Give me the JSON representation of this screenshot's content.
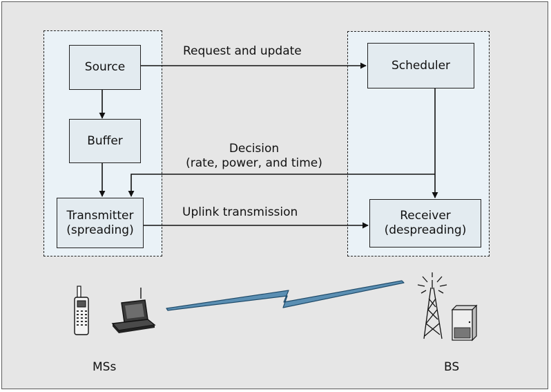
{
  "blocks": {
    "source": "Source",
    "buffer": "Buffer",
    "transmitter_line1": "Transmitter",
    "transmitter_line2": "(spreading)",
    "scheduler": "Scheduler",
    "receiver_line1": "Receiver",
    "receiver_line2": "(despreading)"
  },
  "edges": {
    "request": "Request and update",
    "decision_line1": "Decision",
    "decision_line2": "(rate, power, and time)",
    "uplink": "Uplink transmission"
  },
  "labels": {
    "ms": "MSs",
    "bs": "BS"
  },
  "colors": {
    "background": "#e6e6e6",
    "group_fill": "#eaf2f7",
    "block_fill": "#e3ebf0",
    "link": "#5b8fb3"
  },
  "icons": [
    "mobile-phone-icon",
    "laptop-icon",
    "radio-link-icon",
    "antenna-tower-icon",
    "base-station-cabinet-icon"
  ]
}
